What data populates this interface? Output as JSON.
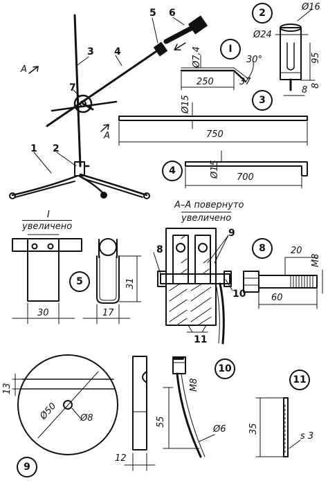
{
  "parts": {
    "p1": "1",
    "p2": "2",
    "p3": "3",
    "p4": "4",
    "p5": "5",
    "p6": "6",
    "p7": "7",
    "p8": "8",
    "p9": "9",
    "p10": "10",
    "p11": "11",
    "roman_one": "I"
  },
  "section": {
    "aa": "A",
    "title": "A–A повернуто",
    "subtitle": "увеличено"
  },
  "view_one": {
    "title": "I",
    "subtitle": "увеличено"
  },
  "dims": {
    "d16": "Ø16",
    "d24": "Ø24",
    "h95": "95",
    "h8": "8",
    "w8": "8",
    "d74": "Ø7,4",
    "ang30": "30°",
    "l250": "250",
    "l37": "37",
    "d15a": "Ø15",
    "l750": "750",
    "d15b": "Ø15",
    "l700": "700",
    "l31": "31",
    "l30": "30",
    "l17": "17",
    "l20": "20",
    "m8a": "M8",
    "l60": "60",
    "l13": "13",
    "d50": "Ø50",
    "d8": "Ø8",
    "l55": "55",
    "l12": "12",
    "m8b": "M8",
    "d6": "Ø6",
    "l35": "35",
    "s3": "s 3"
  }
}
